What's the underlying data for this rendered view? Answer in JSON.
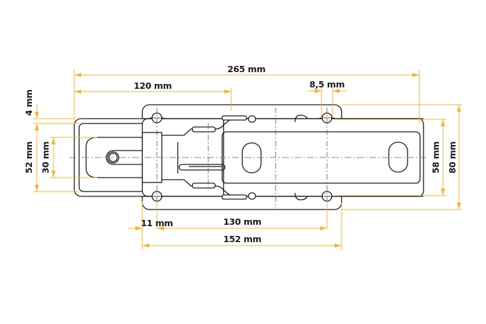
{
  "drawing": {
    "title": "Toggle latch technical drawing",
    "line_color": "#1a1a1a",
    "dimension_color": "#f7b534",
    "centerline_color": "#8a8a8a",
    "background": "#ffffff"
  },
  "dimensions": {
    "overall_length": "265 mm",
    "catch_offset": "120 mm",
    "hole_diameter": "8,5 mm",
    "plate_edge": "4 mm",
    "outer_height": "52 mm",
    "slot_height": "30 mm",
    "hole_spacing_vertical": "58 mm",
    "base_height": "80 mm",
    "hole_edge_offset": "11 mm",
    "hole_spacing_horizontal": "130 mm",
    "base_length": "152 mm"
  }
}
